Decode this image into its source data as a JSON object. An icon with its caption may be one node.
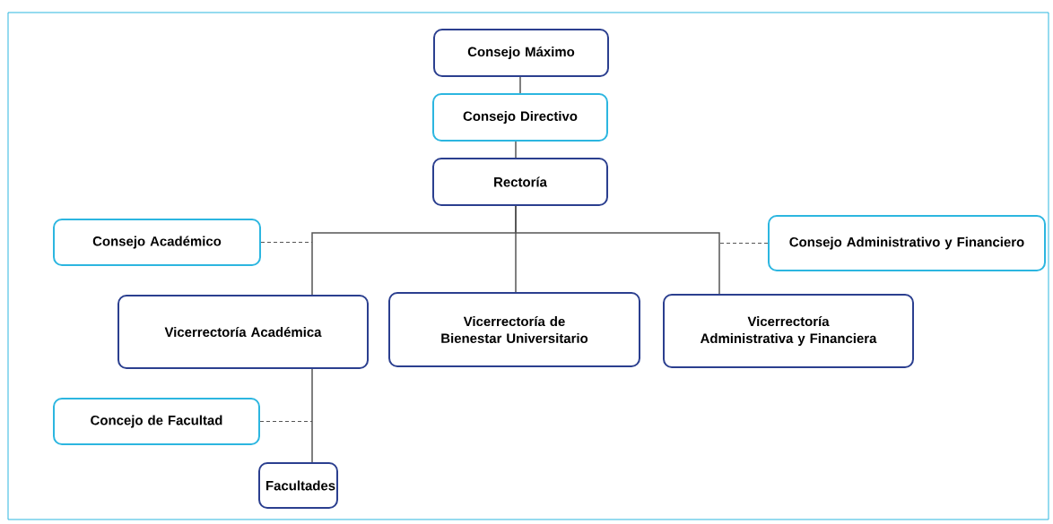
{
  "diagram": {
    "nodes": [
      {
        "text": [
          "Consejo Máximo"
        ]
      },
      {
        "text": [
          "Consejo Directivo"
        ]
      },
      {
        "text": [
          "Rectoría"
        ]
      },
      {
        "text": [
          "Consejo Académico"
        ]
      },
      {
        "text": [
          "Consejo Administrativo y Financiero"
        ]
      },
      {
        "text": [
          "Vicerrectoría Académica"
        ]
      },
      {
        "text": [
          "Vicerrectoría de Bienestar Universitario"
        ]
      },
      {
        "text": [
          "Vicerrectoría Administrativa y Financiera"
        ]
      },
      {
        "text": [
          "Concejo de Facultad"
        ]
      },
      {
        "text": [
          "Facultades"
        ]
      }
    ],
    "edges": [
      {
        "from": 0,
        "to": 1,
        "arrow": "none"
      },
      {
        "from": 1,
        "to": 2,
        "arrow": "none"
      },
      {
        "from": 2,
        "to": 5,
        "arrow": "none"
      },
      {
        "from": 2,
        "to": 6,
        "arrow": "none"
      },
      {
        "from": 2,
        "to": 7,
        "arrow": "none"
      },
      {
        "from": 3,
        "to": null,
        "arrow": "none",
        "style": "dashed"
      },
      {
        "from": 4,
        "to": null,
        "arrow": "none",
        "style": "dashed"
      },
      {
        "from": 5,
        "to": 9,
        "arrow": "none"
      },
      {
        "from": 8,
        "to": null,
        "arrow": "none",
        "style": "dashed"
      }
    ]
  }
}
